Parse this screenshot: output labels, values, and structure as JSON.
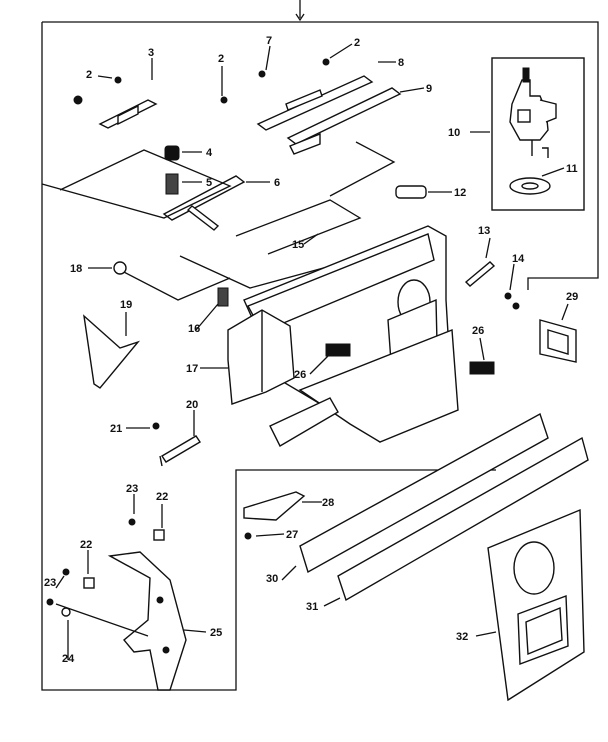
{
  "labels": {
    "l1": "2",
    "l2": "3",
    "l3": "2",
    "l4": "7",
    "l5": "2",
    "l6": "8",
    "l7": "9",
    "l8": "10",
    "l9": "11",
    "l10": "4",
    "l11": "5",
    "l12": "6",
    "l13": "12",
    "l14": "15",
    "l15": "13",
    "l16": "14",
    "l17": "18",
    "l18": "16",
    "l19": "19",
    "l20": "17",
    "l21": "26",
    "l22": "26",
    "l23": "29",
    "l24": "20",
    "l25": "21",
    "l26": "23",
    "l27": "22",
    "l28": "28",
    "l29": "27",
    "l30": "22",
    "l31": "23",
    "l32": "24",
    "l33": "25",
    "l34": "30",
    "l35": "31",
    "l36": "32"
  }
}
